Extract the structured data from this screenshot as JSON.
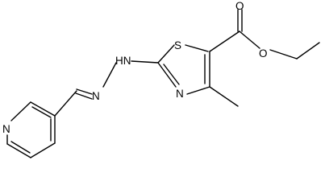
{
  "molecule": {
    "atom_labels": {
      "thiazole_sulfur": "S",
      "thiazole_nitrogen": "N",
      "hydrazine_nh": "HN",
      "hydrazone_nitrogen": "N",
      "pyridine_nitrogen": "N",
      "carbonyl_oxygen": "O",
      "ester_oxygen": "O"
    },
    "colors": {
      "bond": "#000000",
      "label": "#000000",
      "background": "#ffffff"
    }
  }
}
